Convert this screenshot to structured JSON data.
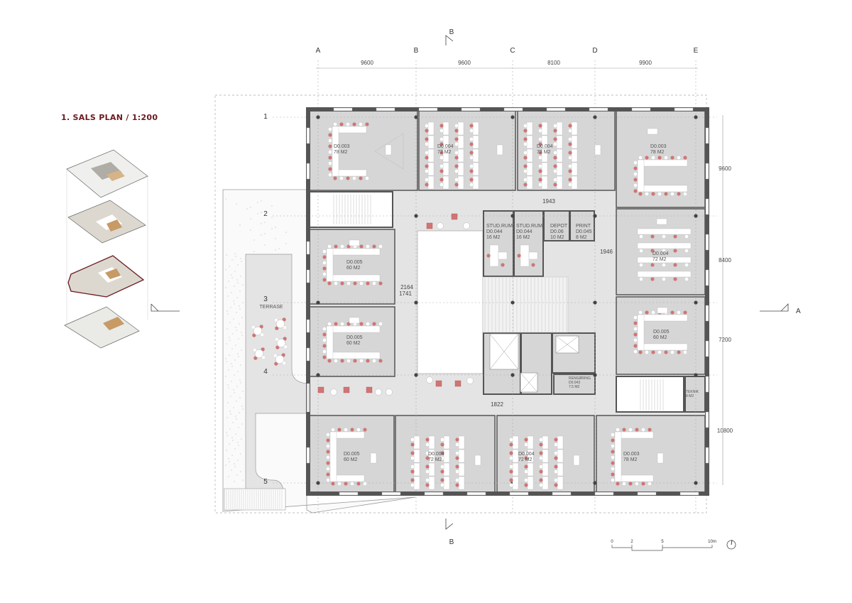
{
  "title": "1. SALS PLAN / 1:200",
  "grid_columns": [
    "A",
    "B",
    "C",
    "D",
    "E"
  ],
  "grid_rows": [
    "1",
    "2",
    "3",
    "4",
    "5"
  ],
  "column_dimensions": [
    "9600",
    "9600",
    "8100",
    "9900"
  ],
  "row_dimensions": [
    "9600",
    "8400",
    "7200",
    "10800"
  ],
  "section_markers": {
    "vertical": "B",
    "horizontal": "A"
  },
  "rooms": {
    "top_1": {
      "code": "D0.003",
      "area": "78 M2"
    },
    "top_2": {
      "code": "D0.004",
      "area": "72 M2"
    },
    "top_3": {
      "code": "D0.004",
      "area": "72 M2"
    },
    "top_4": {
      "code": "D0.003",
      "area": "78 M2"
    },
    "left_1": {
      "code": "D0.005",
      "area": "60 M2"
    },
    "left_2": {
      "code": "D0.005",
      "area": "60 M2"
    },
    "right_1": {
      "code": "D0.004",
      "area": "72 M2"
    },
    "right_2": {
      "code": "D0.005",
      "area": "60 M2"
    },
    "bottom_1": {
      "code": "D0.005",
      "area": "60 M2"
    },
    "bottom_2": {
      "code": "D0.004",
      "area": "72 M2"
    },
    "bottom_3": {
      "code": "D0.004",
      "area": "72 M2"
    },
    "bottom_4": {
      "code": "D0.003",
      "area": "78 M2"
    },
    "stud_1": {
      "name": "STUD.RUM",
      "code": "D0.044",
      "area": "16 M2"
    },
    "stud_2": {
      "name": "STUD.RUM",
      "code": "D0.044",
      "area": "16 M2"
    },
    "depot": {
      "name": "DEPOT",
      "code": "D0.06",
      "area": "10 M2"
    },
    "print": {
      "name": "PRINT",
      "code": "D0.045",
      "area": "8 M2"
    },
    "cleaning": {
      "name": "RENGØRING",
      "code": "D0.043",
      "area": "7.5 M2"
    },
    "teknik": {
      "name": "TEKNIK",
      "area": "8 M2"
    },
    "terrace": {
      "name": "TERRASE"
    }
  },
  "corridor_dimensions": [
    "1943",
    "1946",
    "2164",
    "1741",
    "1822"
  ],
  "scale_bar": {
    "ticks": [
      "0",
      "2",
      "5",
      "10m"
    ]
  },
  "colors": {
    "title": "#6b1a1f",
    "wall": "#555555",
    "room_floor": "#d6d6d6",
    "corridor_floor": "#e4e4e4",
    "chair_accent": "#d27474"
  }
}
